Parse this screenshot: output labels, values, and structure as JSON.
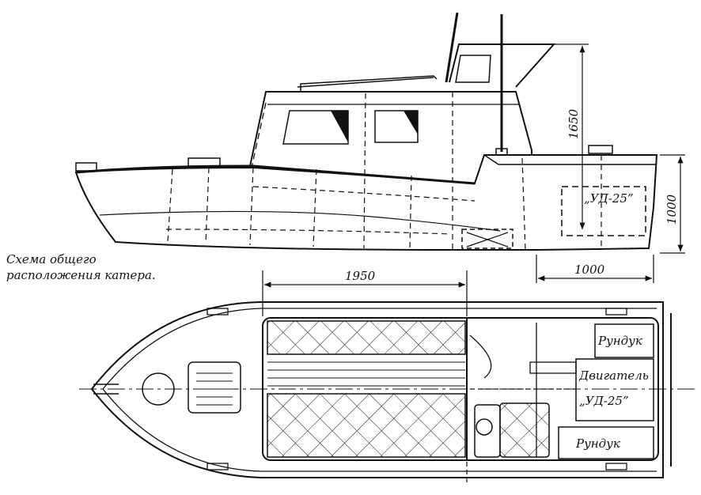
{
  "caption": {
    "line1": "Схема общего",
    "line2": "расположения катера."
  },
  "side_view": {
    "engine_label": "„УД-25”",
    "dims": {
      "cabin_height": "1650",
      "hull_height": "1000",
      "stern_length": "1000"
    }
  },
  "plan_view": {
    "dim_length": "1950",
    "locker_top": "Рундук",
    "locker_bottom": "Рундук",
    "engine_line1": "Двигатель",
    "engine_line2": "„УД-25”"
  }
}
